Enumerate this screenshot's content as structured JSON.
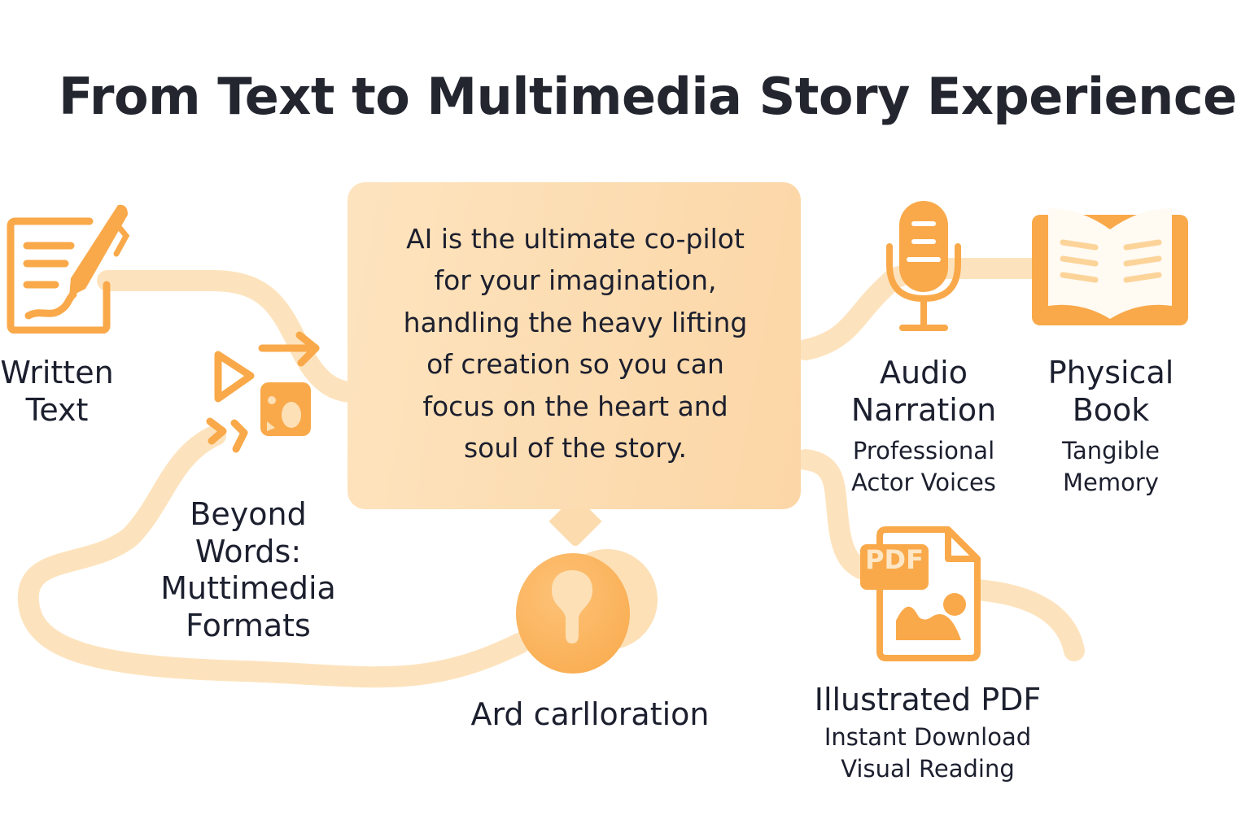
{
  "title": "From Text to Multimedia Story Experience",
  "colors": {
    "accent": "#f9a94a",
    "accent_light": "#fde0b6",
    "path": "#fde3bd",
    "bubble": "#fcdcaf",
    "text": "#1c1f2e"
  },
  "center_bubble": {
    "text_lines": [
      "AI is the ultimate co-pilot",
      "for your imagination,",
      "handling the heavy lifting",
      "of creation so you can",
      "focus on the heart and",
      "soul of the story."
    ]
  },
  "nodes": {
    "written_text": {
      "icon": "document-pen-icon",
      "title_lines": [
        "Written",
        "Text"
      ]
    },
    "beyond_words": {
      "icon": "multimedia-icon",
      "title_lines": [
        "Beyond",
        "Words:",
        "Muttimedia",
        "Formats"
      ]
    },
    "collaboration": {
      "icon": "lightbulb-icon",
      "title": "Ard carlloration"
    },
    "audio_narration": {
      "icon": "microphone-icon",
      "title_lines": [
        "Audio",
        "Narration"
      ],
      "subtitle_lines": [
        "Professional",
        "Actor Voices"
      ]
    },
    "physical_book": {
      "icon": "open-book-icon",
      "title_lines": [
        "Physical",
        "Book"
      ],
      "subtitle_lines": [
        "Tangible",
        "Memory"
      ]
    },
    "illustrated_pdf": {
      "icon": "pdf-file-icon",
      "badge": "PDF",
      "title": "Illustrated PDF",
      "subtitle_lines": [
        "Instant Download",
        "Visual Reading"
      ]
    }
  }
}
